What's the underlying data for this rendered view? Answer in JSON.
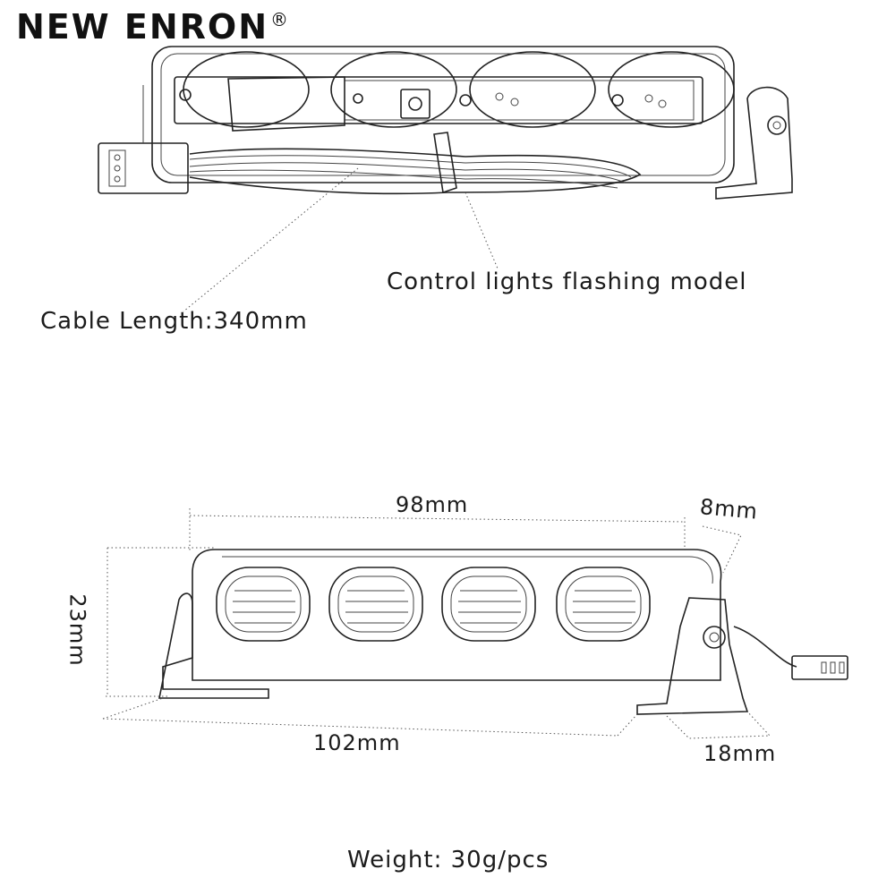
{
  "brand": {
    "name": "NEW ENRON",
    "mark": "®"
  },
  "callouts": {
    "control": "Control lights flashing model",
    "cable": "Cable Length:340mm"
  },
  "dimensions": {
    "width_inner": "98mm",
    "depth": "8mm",
    "height": "23mm",
    "width_outer": "102mm",
    "base": "18mm"
  },
  "weight": "Weight: 30g/pcs"
}
